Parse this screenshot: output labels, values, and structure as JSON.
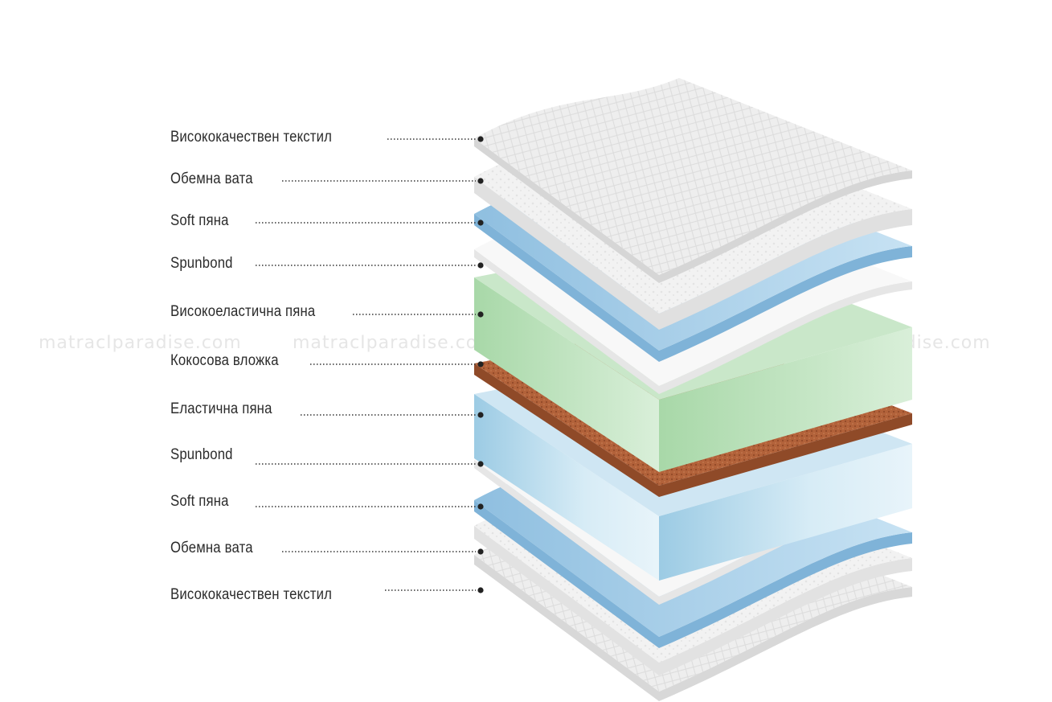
{
  "watermark": "matracIparadise.com",
  "layers": [
    {
      "label": "Висококачествен текстил",
      "material": "textile",
      "color": "#eeeeee"
    },
    {
      "label": "Обемна вата",
      "material": "wadding",
      "color": "#f1f1f1"
    },
    {
      "label": "Soft пяна",
      "material": "soft-foam",
      "color": "#a8cce8"
    },
    {
      "label": "Spunbond",
      "material": "spunbond",
      "color": "#fafafa"
    },
    {
      "label": "Високоеластична пяна",
      "material": "hr-foam",
      "color": "#b6ddb6"
    },
    {
      "label": "Кокосова вложка",
      "material": "coconut",
      "color": "#b0603a"
    },
    {
      "label": "Еластична пяна",
      "material": "elastic-foam",
      "color": "#b4d8ec"
    },
    {
      "label": "Spunbond",
      "material": "spunbond",
      "color": "#fafafa"
    },
    {
      "label": "Soft пяна",
      "material": "soft-foam",
      "color": "#a8cce8"
    },
    {
      "label": "Обемна вата",
      "material": "wadding",
      "color": "#f1f1f1"
    },
    {
      "label": "Висококачествен текстил",
      "material": "textile",
      "color": "#eeeeee"
    }
  ]
}
